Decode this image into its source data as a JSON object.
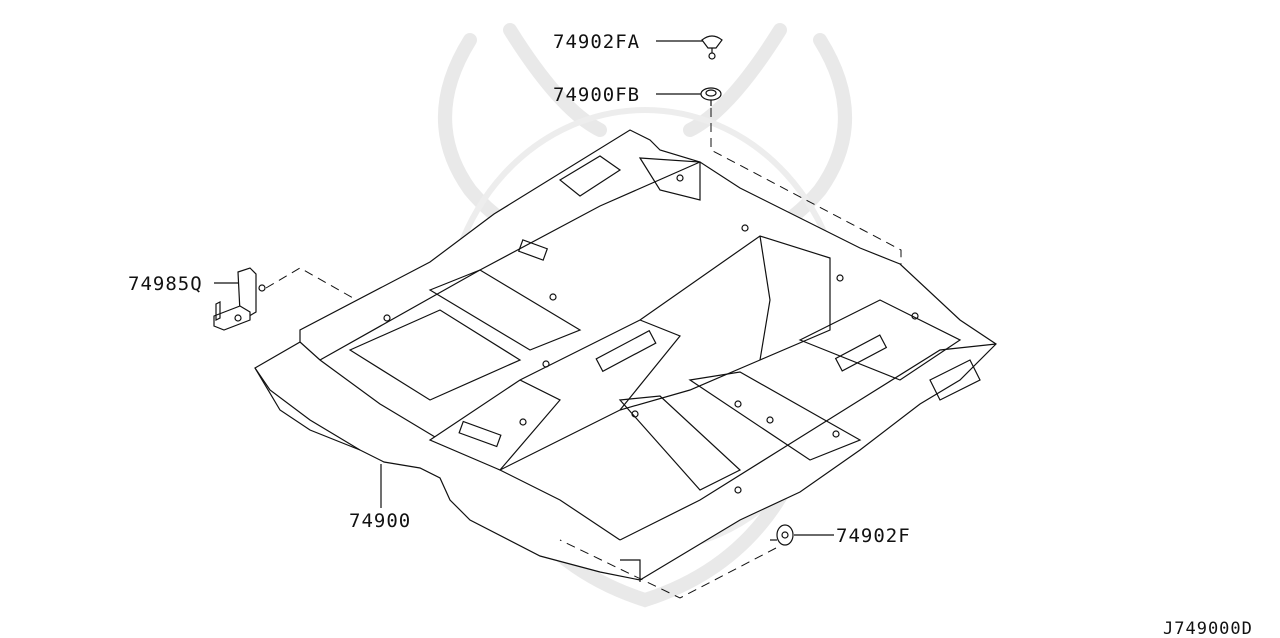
{
  "parts": {
    "clip_fa": "74902FA",
    "clip_fb": "74900FB",
    "bracket": "74985Q",
    "floor_carpet": "74900",
    "clip_f": "74902F"
  },
  "diagram_code": "J749000D"
}
